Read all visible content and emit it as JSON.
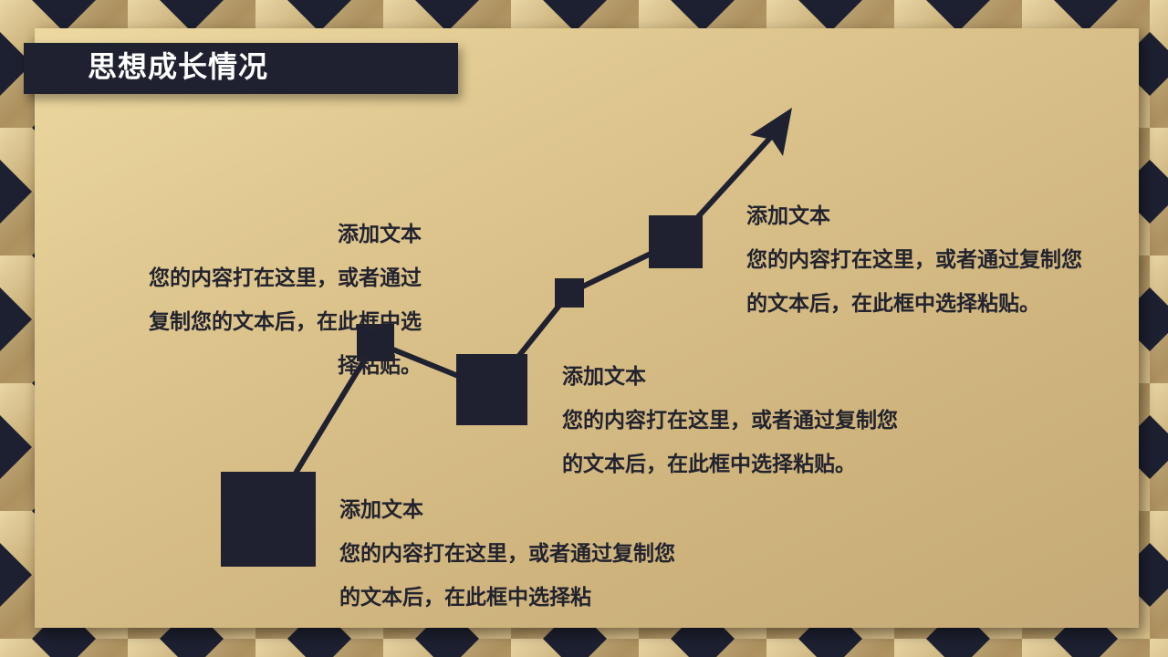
{
  "slide": {
    "title": "思想成长情况"
  },
  "blocks": {
    "left": {
      "heading": "添加文本",
      "body": "您的内容打在这里，或者通过复制您的文本后，在此框中选择粘贴。"
    },
    "middle": {
      "heading": "添加文本",
      "body": "您的内容打在这里，或者通过复制您的文本后，在此框中选择粘贴。"
    },
    "bottom": {
      "heading": "添加文本",
      "body": "您的内容打在这里，或者通过复制您的文本后，在此框中选择粘"
    },
    "right": {
      "heading": "添加文本",
      "body": "您的内容打在这里，或者通过复制您的文本后，在此框中选择粘贴。"
    }
  },
  "colors": {
    "card_gold": "#dcc48c",
    "dark_navy": "#1f2130",
    "title_text": "#ffffff",
    "body_text": "#22232e"
  },
  "icons": [
    "growth-arrow-icon"
  ]
}
